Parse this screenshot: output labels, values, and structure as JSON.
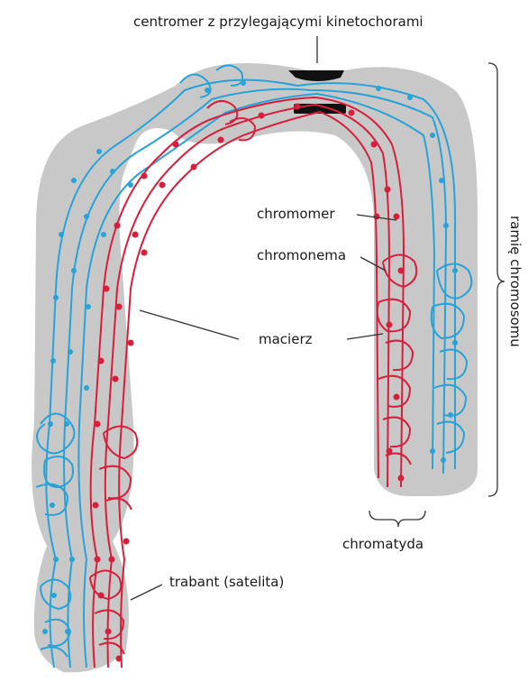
{
  "labels": {
    "centromere": "centromer z przylegającymi kinetochorami",
    "chromomer": "chromomer",
    "chromonema": "chromonema",
    "macierz": "macierz",
    "chromatyda": "chromatyda",
    "trabant": "trabant (satelita)",
    "ramie": "ramię chromosomu"
  },
  "colors": {
    "matrix": "#c8c8c8",
    "blue_chromatid": "#27a3d8",
    "red_chromatid": "#d71f3c",
    "kinetochore": "#111111",
    "leader_lines": "#333333"
  }
}
